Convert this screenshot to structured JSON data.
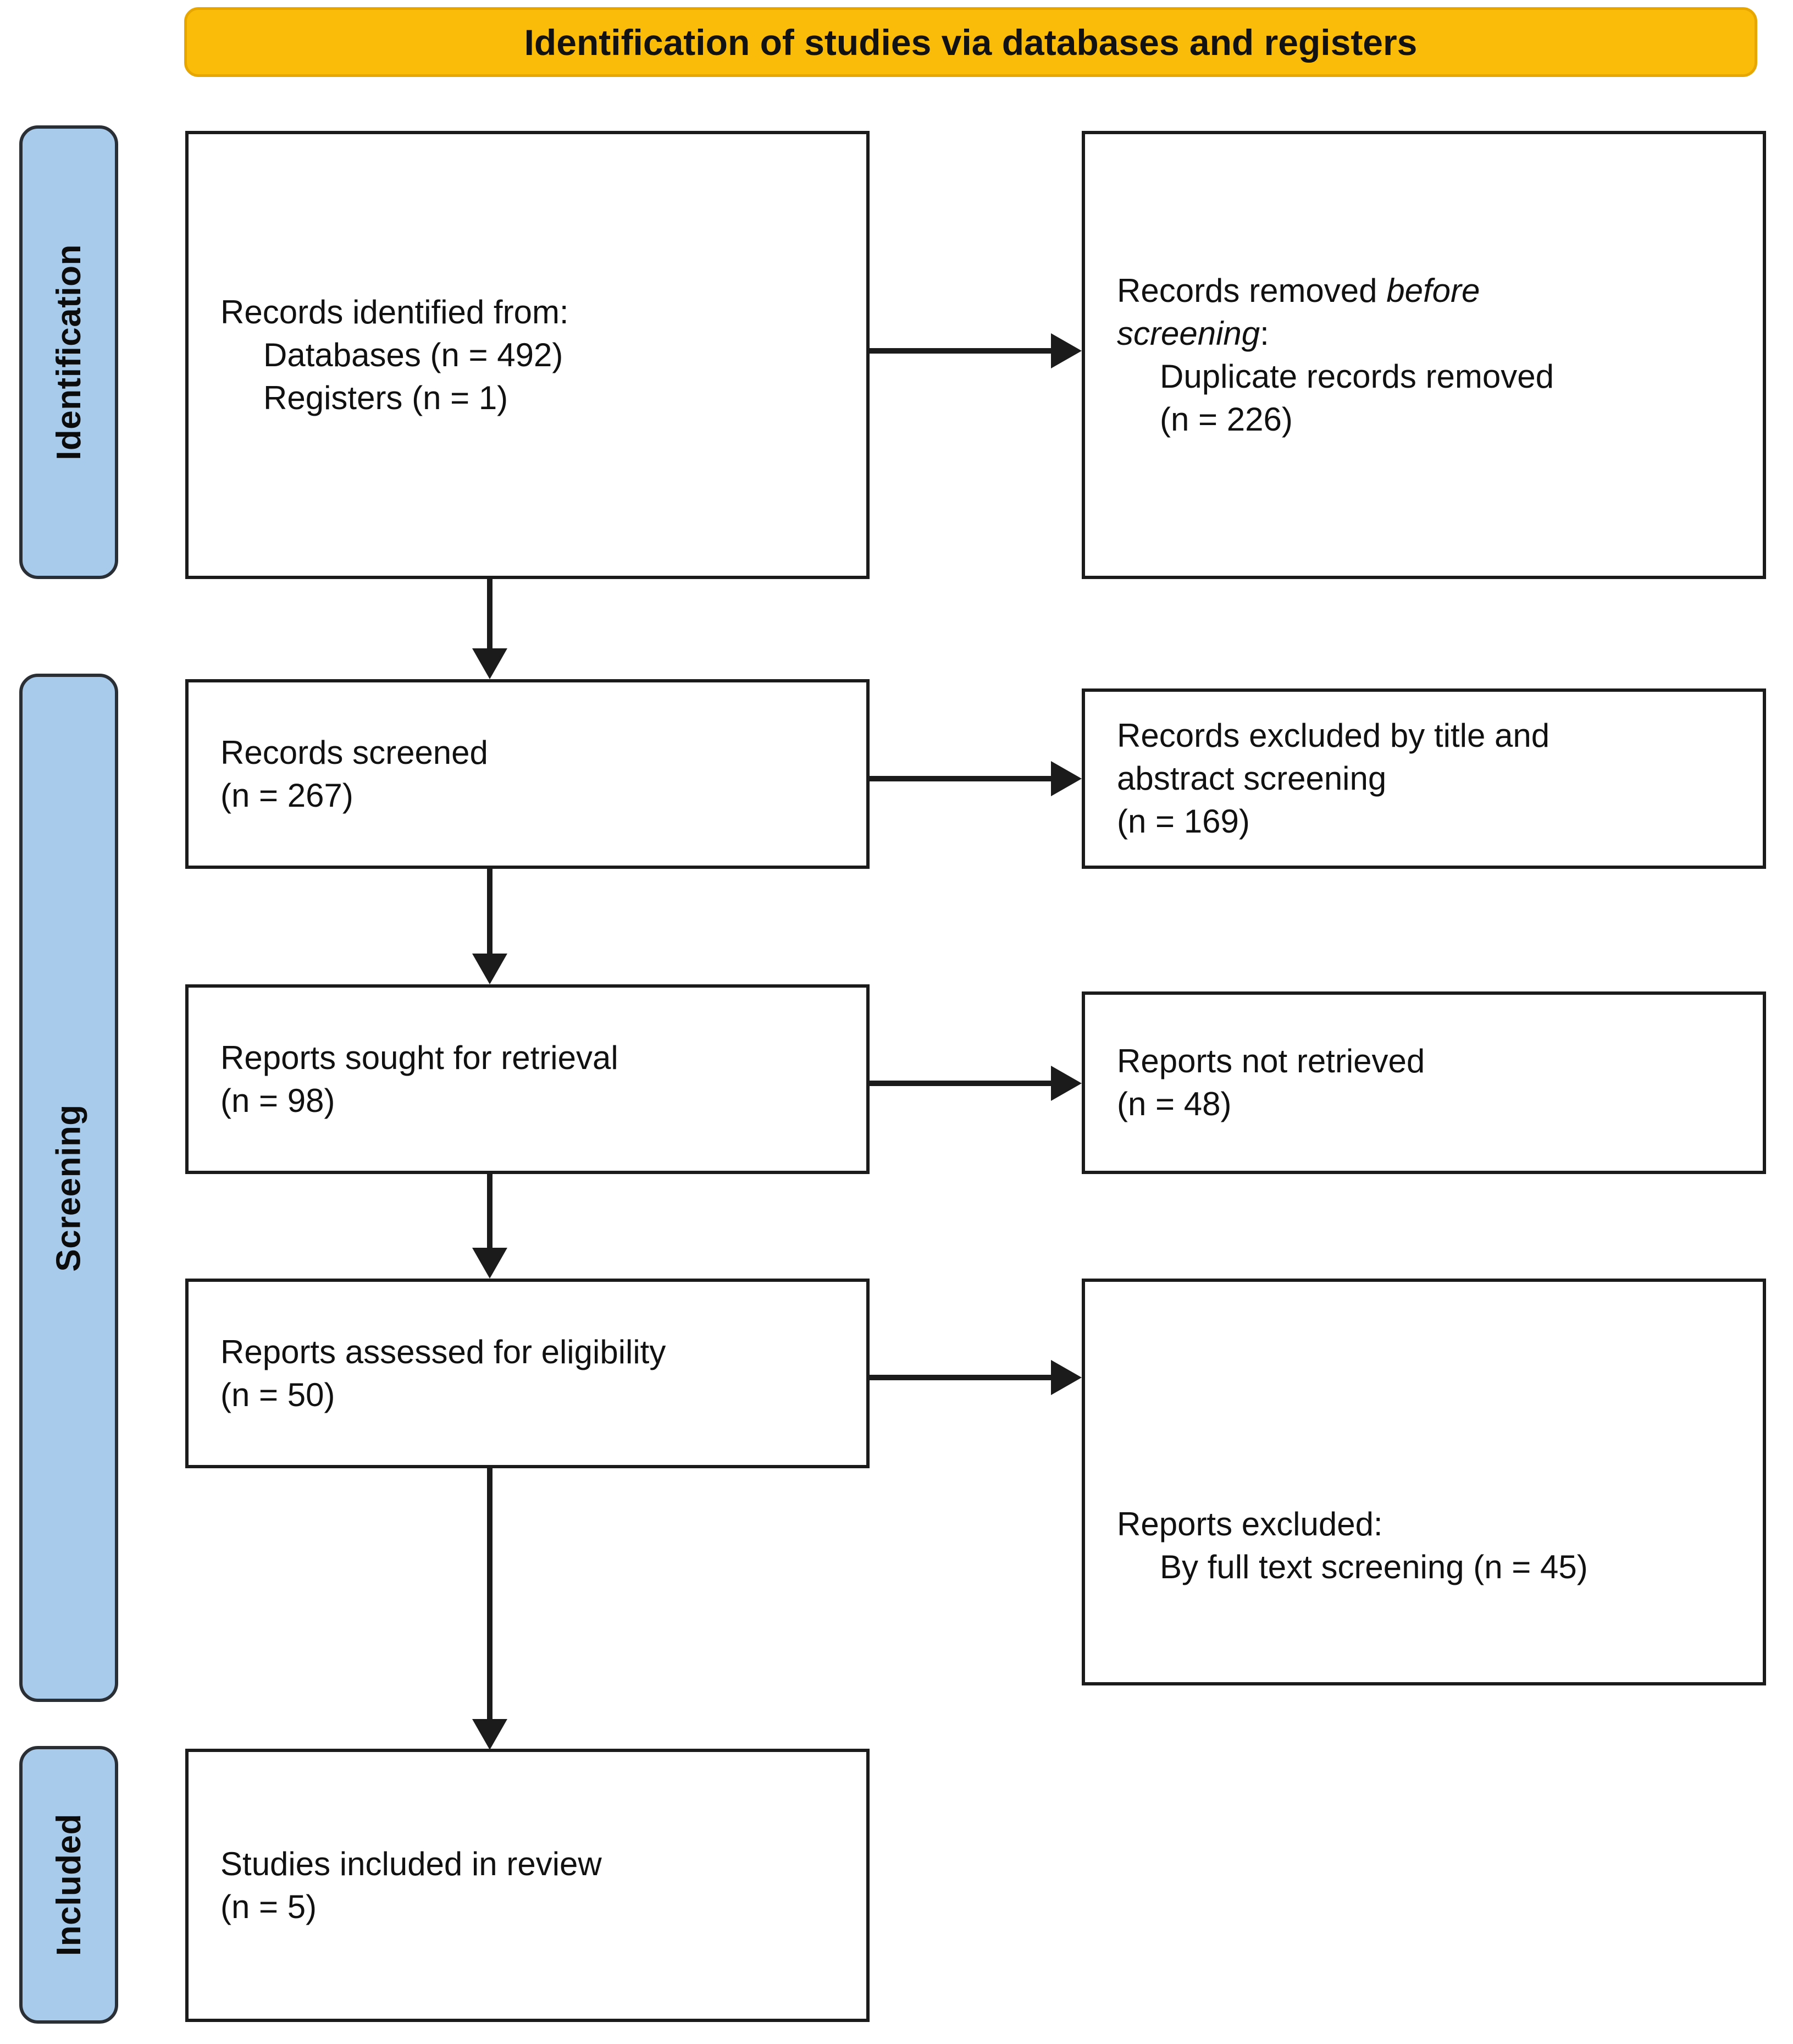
{
  "banner": {
    "title": "Identification of studies via databases and registers",
    "bg_color": "#fbbc09",
    "text_color": "#121212"
  },
  "phases": [
    {
      "name": "identification",
      "label": "Identification"
    },
    {
      "name": "screening",
      "label": "Screening"
    },
    {
      "name": "included",
      "label": "Included"
    }
  ],
  "phase_style": {
    "bg_color": "#a9cbeb",
    "border_color": "#2a2e35"
  },
  "boxes": {
    "records_identified": {
      "lines": [
        {
          "text": "Records identified from:",
          "indent": false
        },
        {
          "text": "Databases (n = 492)",
          "indent": true
        },
        {
          "text": "Registers (n = 1)",
          "indent": true
        }
      ]
    },
    "records_removed": {
      "line_a_pre": "Records removed ",
      "line_a_italic": "before",
      "line_b_italic": "screening",
      "line_b_post": ":",
      "line_c": "Duplicate records removed",
      "line_d": "(n = 226)"
    },
    "records_screened": {
      "lines": [
        {
          "text": "Records screened",
          "indent": false
        },
        {
          "text": "(n = 267)",
          "indent": false
        }
      ]
    },
    "records_excluded": {
      "lines": [
        {
          "text": "Records excluded by title and",
          "indent": false
        },
        {
          "text": "abstract screening",
          "indent": false
        },
        {
          "text": "(n = 169)",
          "indent": false
        }
      ]
    },
    "reports_sought": {
      "lines": [
        {
          "text": "Reports sought for retrieval",
          "indent": false
        },
        {
          "text": "(n = 98)",
          "indent": false
        }
      ]
    },
    "reports_not_retrieved": {
      "lines": [
        {
          "text": "Reports not retrieved",
          "indent": false
        },
        {
          "text": "(n = 48)",
          "indent": false
        }
      ]
    },
    "reports_assessed": {
      "lines": [
        {
          "text": "Reports assessed for eligibility",
          "indent": false
        },
        {
          "text": "(n = 50)",
          "indent": false
        }
      ]
    },
    "reports_excluded": {
      "lines": [
        {
          "text": "Reports excluded:",
          "indent": false
        },
        {
          "text": "By full text screening (n = 45)",
          "indent": true
        }
      ]
    },
    "studies_included": {
      "lines": [
        {
          "text": "Studies included in review",
          "indent": false
        },
        {
          "text": "(n = 5)",
          "indent": false
        }
      ]
    }
  },
  "chart_data": {
    "type": "diagram",
    "title": "Identification of studies via databases and registers",
    "diagram_kind": "PRISMA 2020 flow diagram",
    "phases": [
      "Identification",
      "Screening",
      "Included"
    ],
    "nodes": [
      {
        "id": "records_identified",
        "phase": "Identification",
        "label": "Records identified from: Databases (n = 492); Registers (n = 1)",
        "n_databases": 492,
        "n_registers": 1
      },
      {
        "id": "records_removed",
        "phase": "Identification",
        "label": "Records removed before screening: Duplicate records removed (n = 226)",
        "n": 226
      },
      {
        "id": "records_screened",
        "phase": "Screening",
        "label": "Records screened",
        "n": 267
      },
      {
        "id": "records_excluded",
        "phase": "Screening",
        "label": "Records excluded by title and abstract screening",
        "n": 169
      },
      {
        "id": "reports_sought",
        "phase": "Screening",
        "label": "Reports sought for retrieval",
        "n": 98
      },
      {
        "id": "reports_not_retrieved",
        "phase": "Screening",
        "label": "Reports not retrieved",
        "n": 48
      },
      {
        "id": "reports_assessed",
        "phase": "Screening",
        "label": "Reports assessed for eligibility",
        "n": 50
      },
      {
        "id": "reports_excluded",
        "phase": "Screening",
        "label": "Reports excluded: By full text screening",
        "n": 45
      },
      {
        "id": "studies_included",
        "phase": "Included",
        "label": "Studies included in review",
        "n": 5
      }
    ],
    "edges": [
      {
        "from": "records_identified",
        "to": "records_removed",
        "direction": "right"
      },
      {
        "from": "records_identified",
        "to": "records_screened",
        "direction": "down"
      },
      {
        "from": "records_screened",
        "to": "records_excluded",
        "direction": "right"
      },
      {
        "from": "records_screened",
        "to": "reports_sought",
        "direction": "down"
      },
      {
        "from": "reports_sought",
        "to": "reports_not_retrieved",
        "direction": "right"
      },
      {
        "from": "reports_sought",
        "to": "reports_assessed",
        "direction": "down"
      },
      {
        "from": "reports_assessed",
        "to": "reports_excluded",
        "direction": "right"
      },
      {
        "from": "reports_assessed",
        "to": "studies_included",
        "direction": "down"
      }
    ]
  }
}
